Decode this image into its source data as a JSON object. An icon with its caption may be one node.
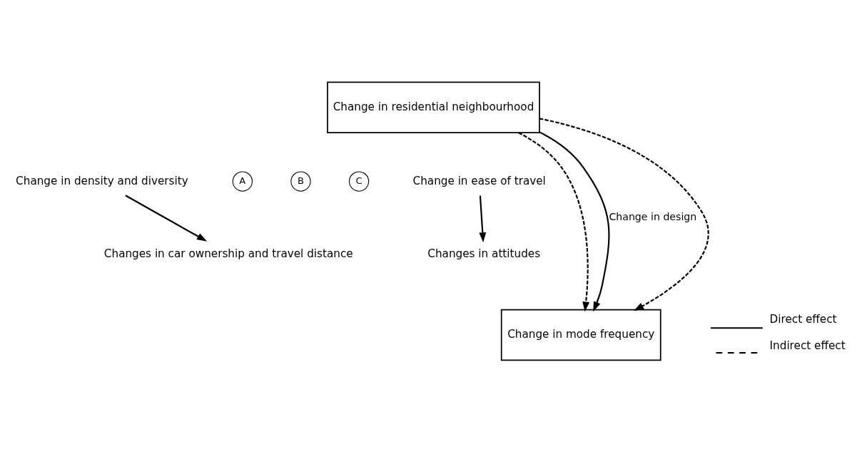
{
  "diagram": {
    "nodes": [
      {
        "text": [
          "Change in residential neighbourhood"
        ]
      },
      {
        "text": [
          "Change in density and diversity"
        ]
      },
      {
        "text": [
          "Changes in car ownership and travel distance"
        ]
      },
      {
        "text": [
          "A"
        ]
      },
      {
        "text": [
          "B"
        ]
      },
      {
        "text": [
          "C"
        ]
      },
      {
        "text": [
          "Change in ease of travel"
        ]
      },
      {
        "text": [
          "Changes in attitudes"
        ]
      },
      {
        "text": [
          "Change in mode frequency"
        ]
      }
    ],
    "edges": [
      {
        "from": 0,
        "to": 8,
        "arrow": "to",
        "style": "dashed"
      },
      {
        "from": 0,
        "to": 8,
        "arrow": "to",
        "label": "Change in design"
      },
      {
        "from": 0,
        "to": 8,
        "arrow": "to",
        "style": "dashed"
      },
      {
        "from": 1,
        "to": 2,
        "arrow": "to"
      },
      {
        "from": 6,
        "to": 7,
        "arrow": "to"
      }
    ],
    "legend": [
      {
        "text": "Direct effect"
      },
      {
        "text": "Indirect effect"
      }
    ]
  }
}
